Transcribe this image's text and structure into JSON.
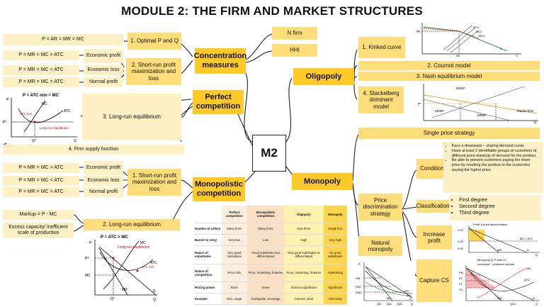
{
  "title": "MODULE 2: THE FIRM AND MARKET STRUCTURES",
  "center": "M2",
  "concentration": {
    "label": "Concentration measures",
    "items": [
      "N firm",
      "HHI"
    ]
  },
  "perfect": {
    "label": "Perfect competition",
    "optimal": "1. Optimal P and Q",
    "optimal_formula": "P = AR = MR = MC",
    "short_run": "2. Short-run profit maximization and loss",
    "rows": [
      {
        "formula": "P = MR = MC > ATC",
        "outcome": "Economic profit"
      },
      {
        "formula": "P = MR = MC < ATC",
        "outcome": "Economic loss"
      },
      {
        "formula": "P = MR = MC = ATC",
        "outcome": "Normal profit"
      }
    ],
    "long_run": "3. Long-run equilibrium",
    "graph_title": "P = ATC min = MC",
    "graph_labels": {
      "mc": "MC",
      "atc": "ATC",
      "atcmin": "ATC min",
      "p": "P",
      "pstar": "P*",
      "q": "Q",
      "qstar": "Q*",
      "lre": "Long-run equilibrium"
    },
    "supply": "4. Firm supply function"
  },
  "monopolistic": {
    "label": "Monopolistic competition",
    "short_run": "1. Short-run profit maximization and loss",
    "rows": [
      {
        "formula": "P = MR = MC > ATC",
        "outcome": "Economic profit"
      },
      {
        "formula": "P = MR = MC < ATC",
        "outcome": "Economic loss"
      },
      {
        "formula": "P = MR = MC = ATC",
        "outcome": "Normal profit"
      }
    ],
    "markup": "Markup = P - MC",
    "excess": "Excess capacity/ inefficient scale of production",
    "long_run": "2. Long-run equilibrium",
    "graph_title": "P = ATC > MC",
    "graph_labels": {
      "mc": "MC",
      "atc": "ATC",
      "atcmin": "ATC min",
      "lre": "Long-run equilibrium",
      "p": "P",
      "pstar": "P*",
      "mcl": "MC",
      "mr": "MR",
      "d": "D",
      "q": "Q",
      "qstar": "Q*",
      "dashed": "1.0"
    }
  },
  "oligopoly": {
    "label": "Oligopoly",
    "kinked": "1. Kinked curve",
    "cournot": "2. Cournot model",
    "nash": "3. Nash equilibrium model",
    "stackelberg": "4. Stackelberg dominant model",
    "kinked_labels": {
      "pk": "Pk",
      "q": "Q",
      "qk": "Qk",
      "mc1": "MC1",
      "mc2": "MC2",
      "mc3": "MC3",
      "d": "D"
    },
    "stack_labels": {
      "mcdf": "MCDF",
      "p": "P*",
      "mcf": "MCDF",
      "mrdf": "MRDF",
      "market": "Market Dse",
      "q": "Q",
      "qdf": "QDF",
      "qf": "QF"
    }
  },
  "monopoly": {
    "label": "Monopoly",
    "single": "Single price strategy",
    "price_disc": "Price discrimination strategy",
    "natural": "Natural monopoly",
    "conditions_label": "Conditions",
    "conditions": [
      "Face a downward – sloping demand curve.",
      "Have at least 2 identifiable groups of customers of different price elasticity of demand for the product.",
      "Be able to prevent customers paying the lower price by reselling the product to the customers paying the higher price."
    ],
    "classification_label": "Classification",
    "classification": [
      "First degree",
      "Second degree",
      "Third degree"
    ],
    "increase_profit": "Increase profit",
    "capture_cs": "Capture CS",
    "inc_labels": {
      "title": "Profit & price discrimination",
      "a": "2.00",
      "b": "1.00",
      "c": "0.50",
      "mc": "MC = ATC",
      "d": "D",
      "mr": "MR",
      "q": "Q"
    },
    "cap_labels": {
      "title": "Monopoly Q, P and CS",
      "sub": "consumer + producer surplus",
      "pm": "PM",
      "p2": "P2",
      "p1": "P1",
      "p3": "P3",
      "atc": "ATC",
      "mc": "MC",
      "d": "D",
      "mr": "MR",
      "q": "Q",
      "qe": "QEC"
    },
    "nat_labels": {
      "p": "P",
      "pm": "PM",
      "pa": "PAC",
      "pmc": "PMC",
      "atc": "ATC",
      "mc": "MC",
      "d": "D",
      "mr": "MR",
      "qm": "QM",
      "qa": "QAC",
      "qmc": "QMC",
      "q": "Q"
    }
  },
  "table": {
    "headers": [
      "",
      "Perfect competition",
      "Monopolistic competition",
      "Oligopoly",
      "Monopoly"
    ],
    "rows": [
      [
        "Number of sellers",
        "Many firms",
        "Many firms",
        "Few firms",
        "Single firm"
      ],
      [
        "Barrier to entry",
        "Very low",
        "Low",
        "High",
        "Very high"
      ],
      [
        "Nature of substitutes",
        "Very good substitutes",
        "Good substitutes but differentiated",
        "Very good substitutes or differentiated",
        "No good substitutes"
      ],
      [
        "Nature of competition",
        "Price only",
        "Price, marketing, features",
        "Price, marketing, features",
        "Advertising"
      ],
      [
        "Pricing power",
        "None",
        "Some",
        "Some to significant",
        "Significant"
      ],
      [
        "Example",
        "Rice, sugar",
        "Toothpaste, beverage",
        "Cement, steel",
        "Electricity"
      ]
    ]
  }
}
